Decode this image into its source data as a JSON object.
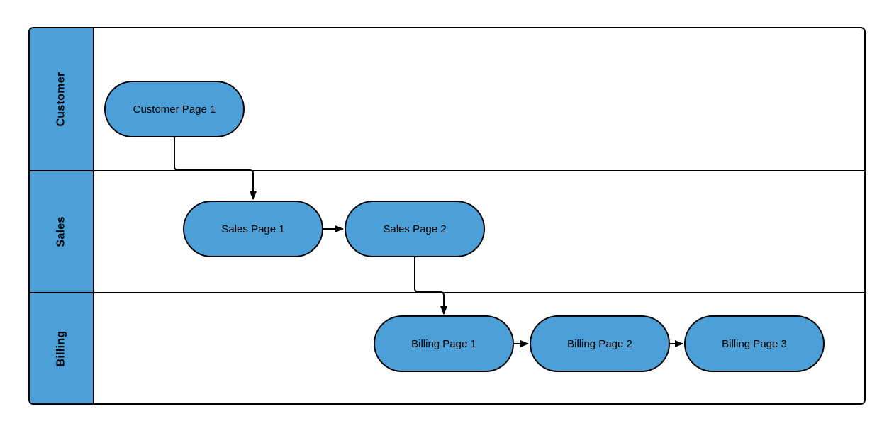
{
  "diagram": {
    "type": "swimlane-flowchart",
    "colors": {
      "shape_fill": "#4D9FD8",
      "stroke": "#000000",
      "background": "#FFFFFF",
      "text": "#000000"
    },
    "lanes": [
      {
        "label": "Customer",
        "nodes": [
          {
            "label": "Customer Page 1"
          }
        ]
      },
      {
        "label": "Sales",
        "nodes": [
          {
            "label": "Sales Page 1"
          },
          {
            "label": "Sales Page 2"
          }
        ]
      },
      {
        "label": "Billing",
        "nodes": [
          {
            "label": "Billing Page 1"
          },
          {
            "label": "Billing Page 2"
          },
          {
            "label": "Billing Page 3"
          }
        ]
      }
    ],
    "connections": [
      {
        "from": "Customer Page 1",
        "to": "Sales Page 1"
      },
      {
        "from": "Sales Page 1",
        "to": "Sales Page 2"
      },
      {
        "from": "Sales Page 2",
        "to": "Billing Page 1"
      },
      {
        "from": "Billing Page 1",
        "to": "Billing Page 2"
      },
      {
        "from": "Billing Page 2",
        "to": "Billing Page 3"
      }
    ]
  }
}
